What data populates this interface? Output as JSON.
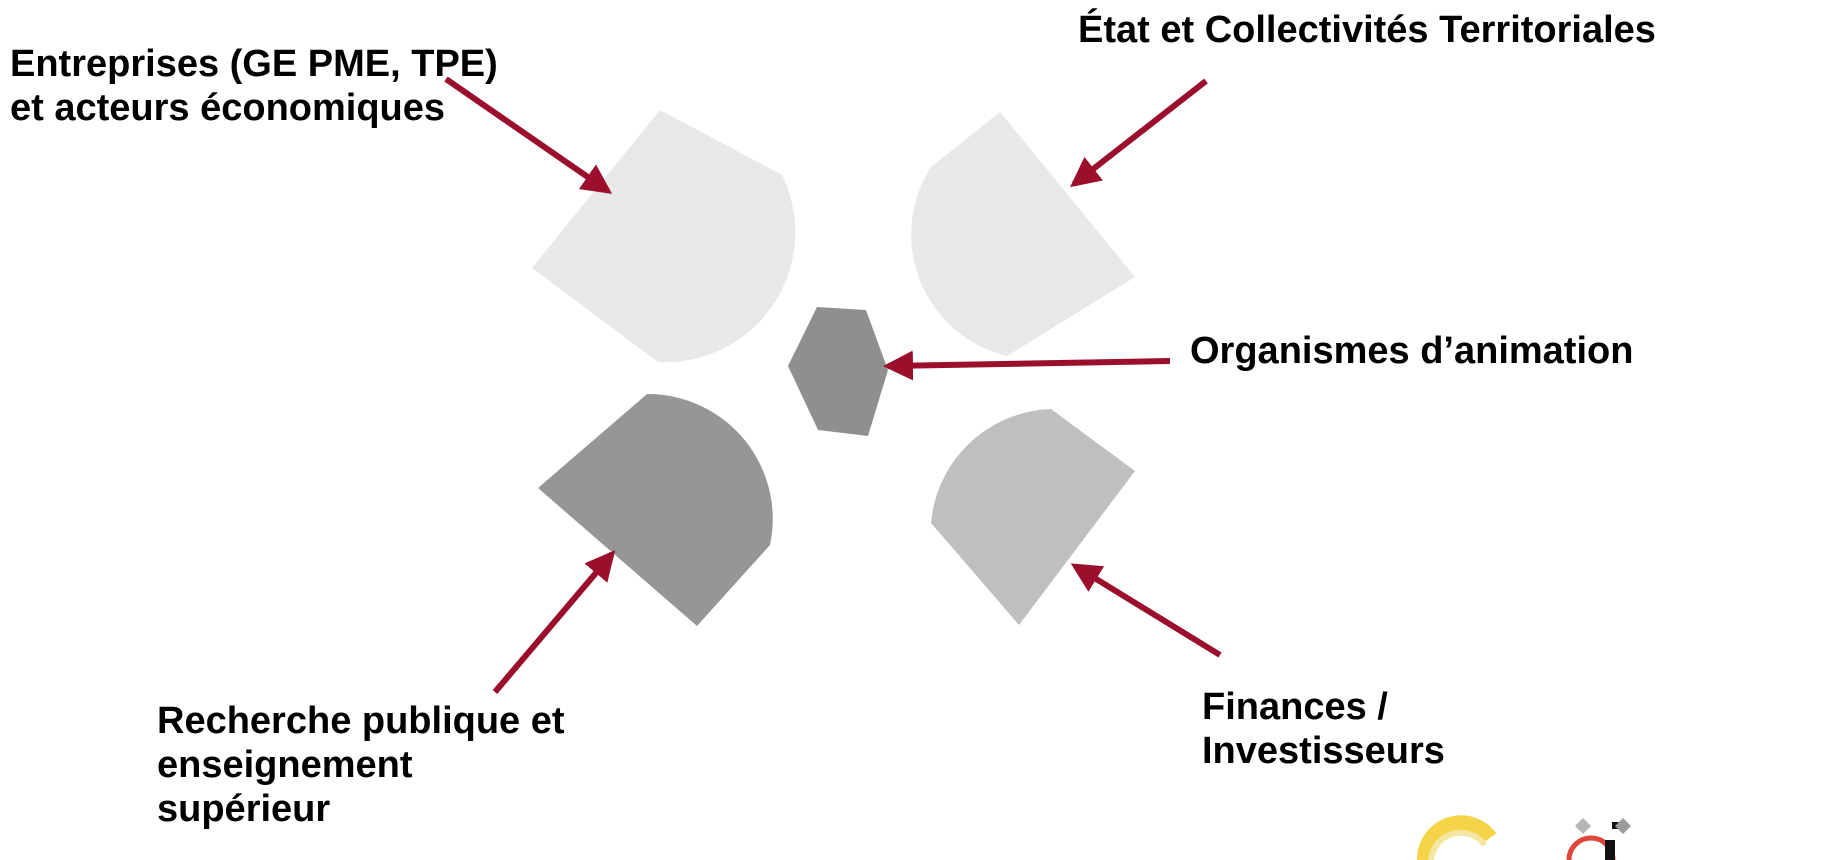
{
  "labels": {
    "entreprises": {
      "line1": "Entreprises (GE PME, TPE)",
      "line2": "et acteurs économiques"
    },
    "etat": {
      "line1": "État et Collectivités Territoriales"
    },
    "organismes": {
      "line1": "Organismes d’animation"
    },
    "recherche": {
      "line1": "Recherche publique et",
      "line2": "enseignement",
      "line3": "supérieur"
    },
    "finances": {
      "line1": "Finances /",
      "line2": "Investisseurs"
    }
  },
  "colors": {
    "arrow": "#9b0f2c",
    "petal_light": "#e8e8e8",
    "petal_medium": "#bfbfbf",
    "petal_dark": "#969696",
    "hexagon": "#8f8f8f",
    "text": "#000000",
    "logo_yellow": "#f5d44a",
    "logo_red": "#e0463a"
  },
  "logo": {
    "icon": "partial-logo-icon"
  }
}
